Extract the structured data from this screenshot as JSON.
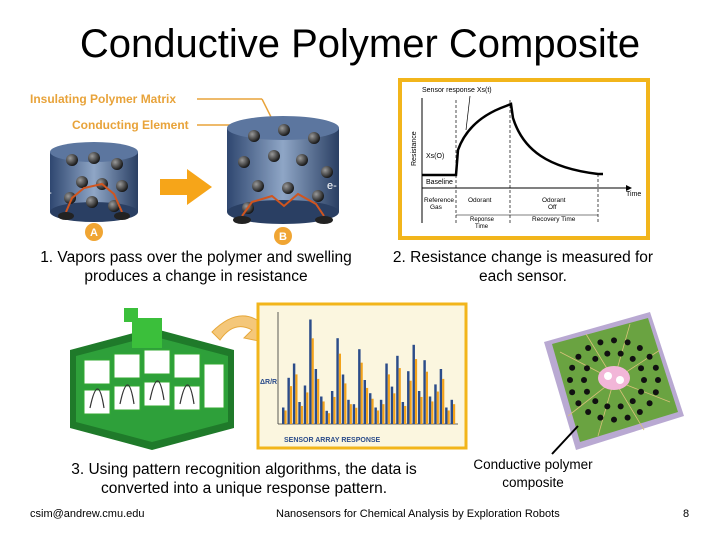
{
  "slide": {
    "title": "Conductive Polymer Composite",
    "page_number": "8"
  },
  "figure_a": {
    "label_matrix": "Insulating Polymer Matrix",
    "label_element": "Conducting Element",
    "marker_a": "A",
    "marker_b": "B",
    "electron": "e-"
  },
  "figure_graph": {
    "sensor_response": "Sensor response Xs(t)",
    "resistance": "Resistance",
    "xs0": "Xs(O)",
    "baseline": "Baseline",
    "time": "Time",
    "reference_gas_1": "Reference",
    "reference_gas_2": "Gas",
    "odorant": "Odorant",
    "odorant_off_1": "Odorant",
    "odorant_off_2": "Off",
    "response_time_1": "Reponse",
    "response_time_2": "Time",
    "recovery_time": "Recovery Time"
  },
  "figure_array": {
    "y_label": "ΔR/R",
    "x_label": "SENSOR ARRAY RESPONSE",
    "bar_heights": [
      0.15,
      0.42,
      0.55,
      0.2,
      0.35,
      0.95,
      0.5,
      0.25,
      0.12,
      0.3,
      0.78,
      0.45,
      0.22,
      0.18,
      0.68,
      0.4,
      0.28,
      0.15,
      0.22,
      0.55,
      0.34,
      0.62,
      0.2,
      0.48,
      0.72,
      0.3,
      0.58,
      0.25,
      0.36,
      0.5,
      0.15,
      0.22
    ]
  },
  "captions": {
    "step1": "1. Vapors pass over the polymer and swelling produces a change in resistance",
    "step2": "2. Resistance change is measured for each sensor.",
    "step3": "3. Using pattern recognition algorithms, the data is converted into a unique response pattern.",
    "chip": "Conductive polymer composite"
  },
  "footer": {
    "email": "csim@andrew.cmu.edu",
    "course": "Nanosensors for Chemical Analysis by Exploration Robots"
  }
}
